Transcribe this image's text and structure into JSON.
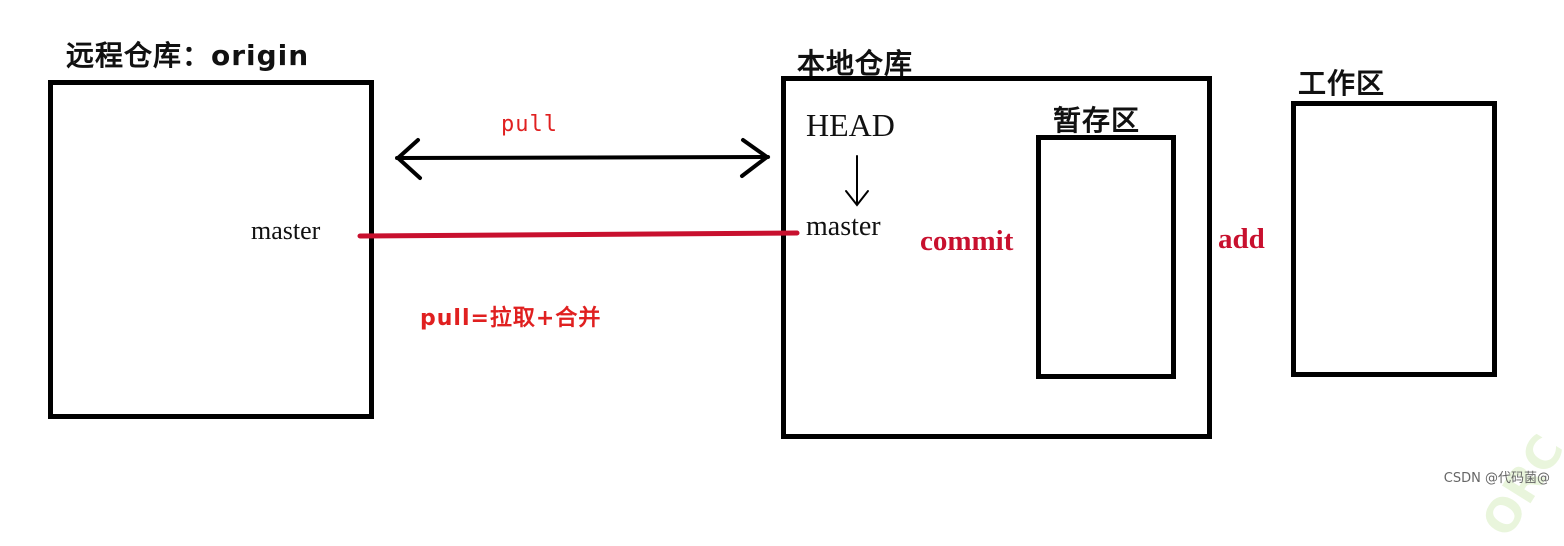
{
  "remote": {
    "title": "远程仓库：origin",
    "branch": "master"
  },
  "local": {
    "title": "本地仓库",
    "head": "HEAD",
    "branch": "master"
  },
  "stage": {
    "title": "暂存区"
  },
  "workspace": {
    "title": "工作区"
  },
  "edges": {
    "pull": "pull",
    "pull_note": "pull=拉取+合并",
    "commit": "commit",
    "add": "add"
  },
  "colors": {
    "accent_red": "#e02020",
    "line_red": "#c8102e",
    "stroke": "#000000"
  },
  "watermark": "CSDN @代码菌@"
}
